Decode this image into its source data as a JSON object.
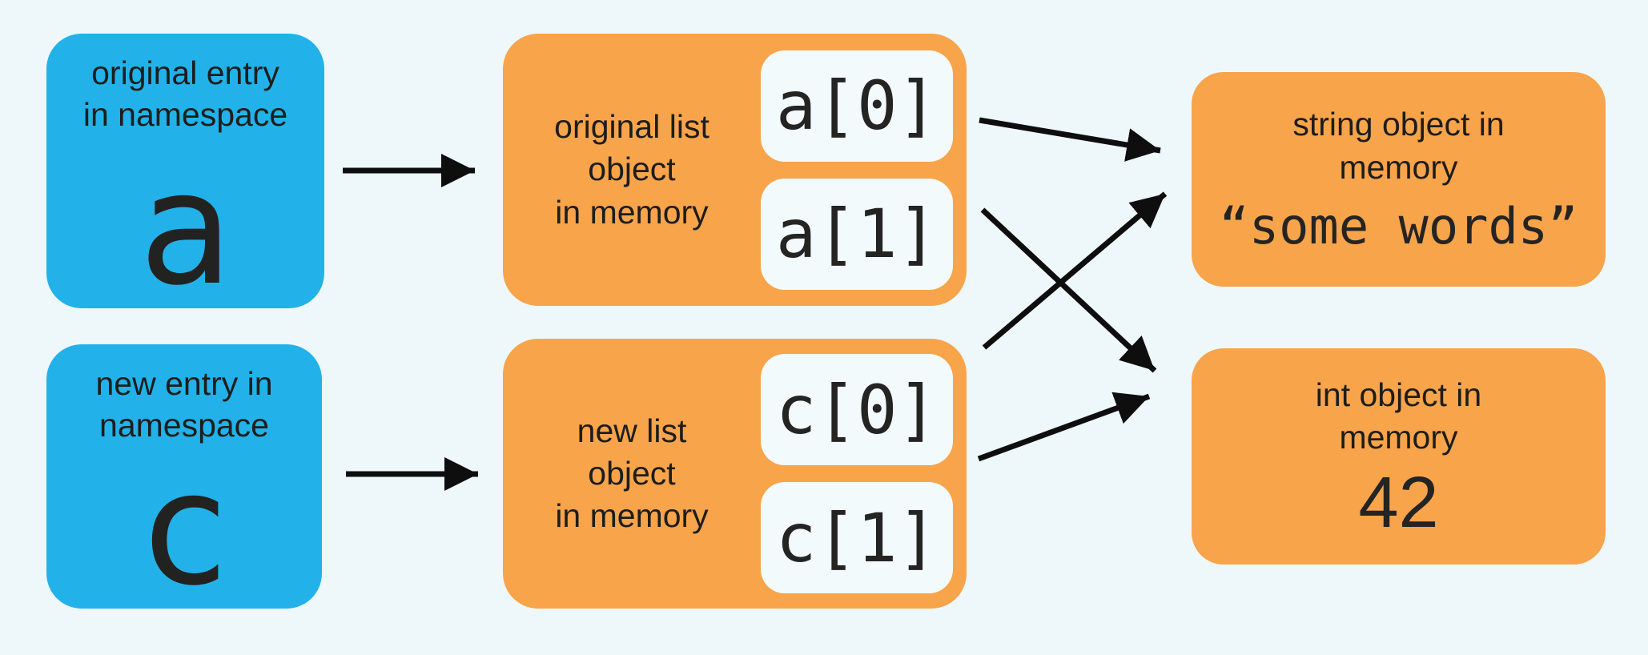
{
  "palette": {
    "background": "#eef8fb",
    "namespace_blue": "#22b2e9",
    "object_orange": "#f8a44b",
    "pill_white": "#f2fafc",
    "arrow_black": "#0e0e0e",
    "text_dark": "#1d1d1b"
  },
  "boxes": {
    "namespace_a": {
      "label": "original entry\nin namespace",
      "symbol": "a"
    },
    "namespace_c": {
      "label": "new entry in\nnamespace",
      "symbol": "c"
    },
    "original_list": {
      "label": "original list\nobject\nin memory",
      "items": [
        "a[0]",
        "a[1]"
      ]
    },
    "new_list": {
      "label": "new list\nobject\nin memory",
      "items": [
        "c[0]",
        "c[1]"
      ]
    },
    "string_object": {
      "label": "string object in\nmemory",
      "value": "“some words”"
    },
    "int_object": {
      "label": "int object in\nmemory",
      "value": "42"
    }
  },
  "arrows": [
    {
      "from": "namespace-a",
      "to": "original-list-box"
    },
    {
      "from": "namespace-c",
      "to": "new-list-box"
    },
    {
      "from": "a[0]",
      "to": "string-object"
    },
    {
      "from": "a[1]",
      "to": "int-object"
    },
    {
      "from": "c[0]",
      "to": "string-object"
    },
    {
      "from": "c[1]",
      "to": "int-object"
    }
  ]
}
